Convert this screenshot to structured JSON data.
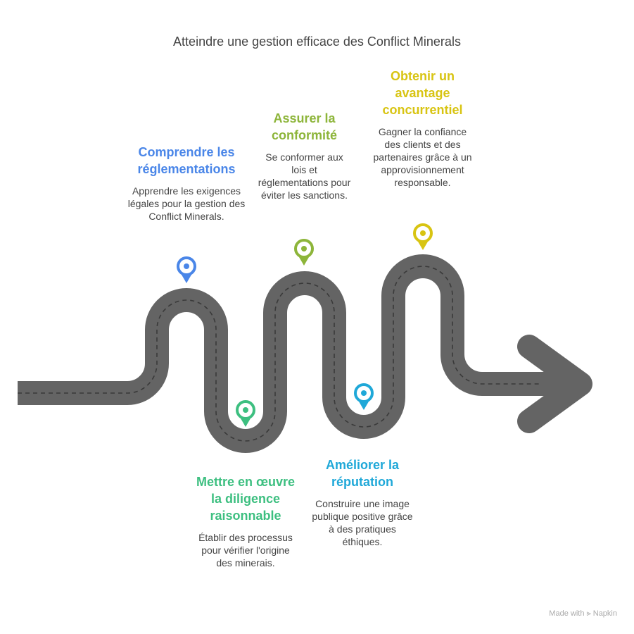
{
  "title": "Atteindre une gestion efficace des Conflict Minerals",
  "colors": {
    "road": "#646464",
    "dash": "#3a3a3a",
    "blue": "#4a86e8",
    "green": "#3dbf80",
    "olive": "#8db53a",
    "cyan": "#1fa8d8",
    "yellow": "#d8c412"
  },
  "steps": [
    {
      "title": "Comprendre les réglementations",
      "desc": "Apprendre les exigences légales pour la gestion des Conflict Minerals."
    },
    {
      "title": "Mettre en œuvre la diligence raisonnable",
      "desc": "Établir des processus pour vérifier l'origine des minerais."
    },
    {
      "title": "Assurer la conformité",
      "desc": "Se conformer aux lois et réglementations pour éviter les sanctions."
    },
    {
      "title": "Améliorer la réputation",
      "desc": "Construire une image publique positive grâce à des pratiques éthiques."
    },
    {
      "title": "Obtenir un avantage concurrentiel",
      "desc": "Gagner la confiance des clients et des partenaires grâce à un approvisionnement responsable."
    }
  ],
  "watermark": "Made with ⪢ Napkin"
}
